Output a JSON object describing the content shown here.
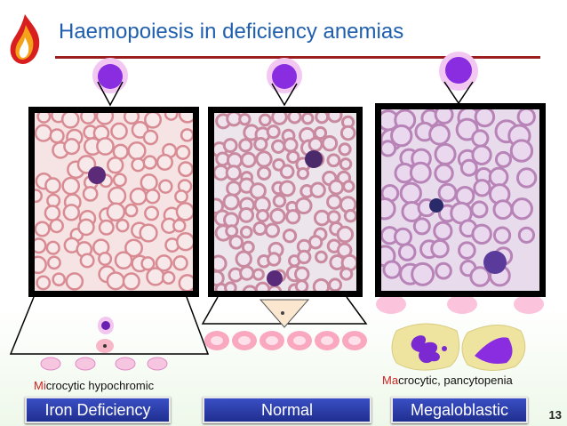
{
  "slide": {
    "title": "Haemopoiesis in deficiency anemias",
    "page_number": "13",
    "colors": {
      "title": "#1f5fae",
      "rule": "#9b1d1d",
      "label_bg": "#2a3aa8",
      "cell_nucleus": "#7a22d8"
    }
  },
  "columns": [
    {
      "label": "Iron Deficiency",
      "caption_highlight": "Mi",
      "caption_rest": "crocytic hypochromic",
      "micrograph_icon": "blood-smear-microcytic",
      "bg": "#f6e3e4",
      "rbc": "#d98b93",
      "rbc_center": "#f7e8ea"
    },
    {
      "label": "Normal",
      "caption_highlight": "",
      "caption_rest": "",
      "micrograph_icon": "blood-smear-normal",
      "bg": "#ece6ec",
      "rbc": "#c98aa0",
      "rbc_center": "#efe4ee"
    },
    {
      "label": "Megaloblastic",
      "caption_highlight": "Ma",
      "caption_rest": "crocytic, pancytopenia",
      "micrograph_icon": "blood-smear-megaloblastic",
      "bg": "#e8dcec",
      "rbc": "#b884b8",
      "rbc_center": "#ead8ee"
    }
  ]
}
